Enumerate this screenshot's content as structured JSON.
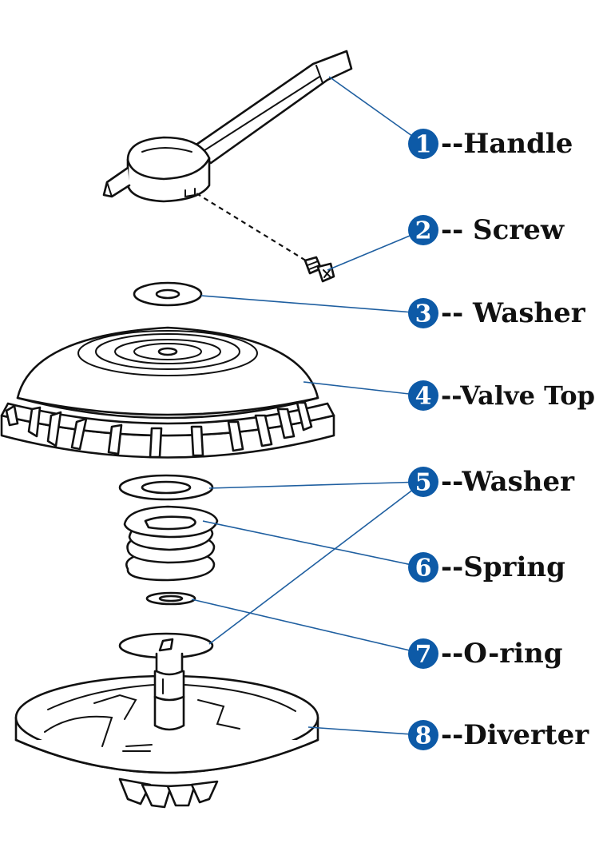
{
  "colors": {
    "badge": "#0d5aa7",
    "leader": "#1f5fa0",
    "outline": "#111111"
  },
  "callouts": [
    {
      "number": "1",
      "label": "--Handle"
    },
    {
      "number": "2",
      "label": "-- Screw"
    },
    {
      "number": "3",
      "label": "-- Washer"
    },
    {
      "number": "4",
      "label": "--Valve Top"
    },
    {
      "number": "5",
      "label": "--Washer"
    },
    {
      "number": "6",
      "label": "--Spring"
    },
    {
      "number": "7",
      "label": "--O-ring"
    },
    {
      "number": "8",
      "label": "--Diverter"
    }
  ]
}
